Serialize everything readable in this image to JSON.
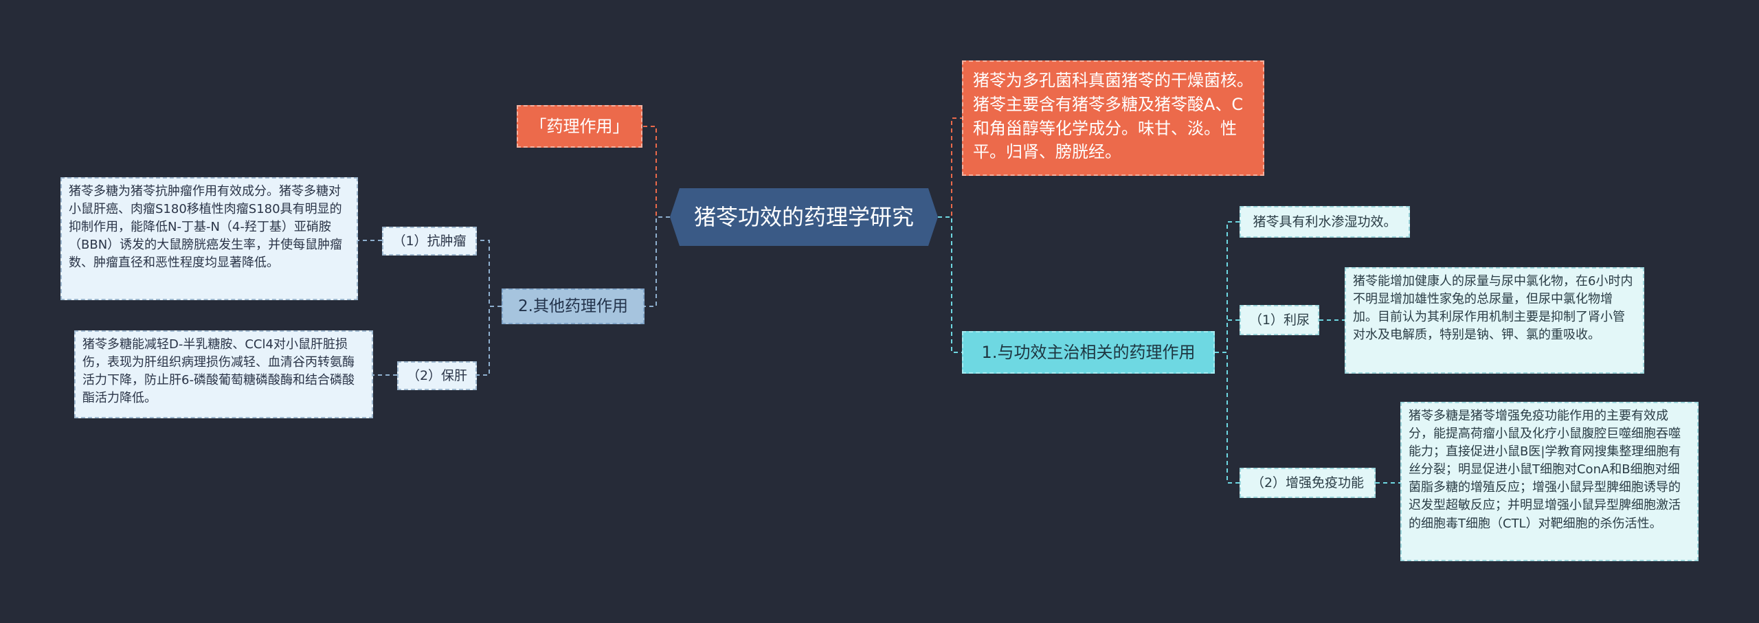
{
  "mindmap": {
    "center": {
      "text": "猪苓功效的药理学研究"
    },
    "left": {
      "pharmacology": {
        "text": "「药理作用」"
      },
      "other": {
        "text": "2.其他药理作用",
        "antitumor": {
          "label": "（1）抗肿瘤",
          "detail": "猪苓多糖为猪苓抗肿瘤作用有效成分。猪苓多糖对小鼠肝癌、肉瘤S180移植性肉瘤S180具有明显的抑制作用，能降低N-丁基-N（4-羟丁基）亚硝胺（BBN）诱发的大鼠膀胱癌发生率，并使每鼠肿瘤数、肿瘤直径和恶性程度均显著降低。"
        },
        "liver": {
          "label": "（2）保肝",
          "detail": "猪苓多糖能减轻D-半乳糖胺、CCl4对小鼠肝脏损伤，表现为肝组织病理损伤减轻、血清谷丙转氨酶活力下降，防止肝6-磷酸葡萄糖磷酸酶和结合磷酸酯活力降低。"
        }
      }
    },
    "right": {
      "intro": {
        "text": "猪苓为多孔菌科真菌猪苓的干燥菌核。猪苓主要含有猪苓多糖及猪苓酸A、C和角甾醇等化学成分。味甘、淡。性平。归肾、膀胱经。"
      },
      "main": {
        "text": "1.与功效主治相关的药理作用",
        "diuresis_note": {
          "text": "猪苓具有利水渗湿功效。"
        },
        "diuresis": {
          "label": "（1）利尿",
          "detail": "猪苓能增加健康人的尿量与尿中氯化物，在6小时内不明显增加雄性家兔的总尿量，但尿中氯化物增加。目前认为其利尿作用机制主要是抑制了肾小管对水及电解质，特别是钠、钾、氯的重吸收。"
        },
        "immunity": {
          "label": "（2）增强免疫功能",
          "detail": "猪苓多糖是猪苓增强免疫功能作用的主要有效成分，能提高荷瘤小鼠及化疗小鼠腹腔巨噬细胞吞噬能力；直接促进小鼠B医|学教育网搜集整理细胞有丝分裂；明显促进小鼠T细胞对ConA和B细胞对细菌脂多糖的增殖反应；增强小鼠异型脾细胞诱导的迟发型超敏反应；并明显增强小鼠异型脾细胞激活的细胞毒T细胞（CTL）对靶细胞的杀伤活性。"
        }
      }
    }
  },
  "colors": {
    "background": "#262b38",
    "center": "#3a5a86",
    "orange": "#ec6a4b",
    "blue_branch": "#a6c4de",
    "cyan_branch": "#6ed8e2",
    "link_orange": "#ec6a4b",
    "link_blue": "#8fb0cf",
    "link_cyan": "#6ed8e2"
  }
}
